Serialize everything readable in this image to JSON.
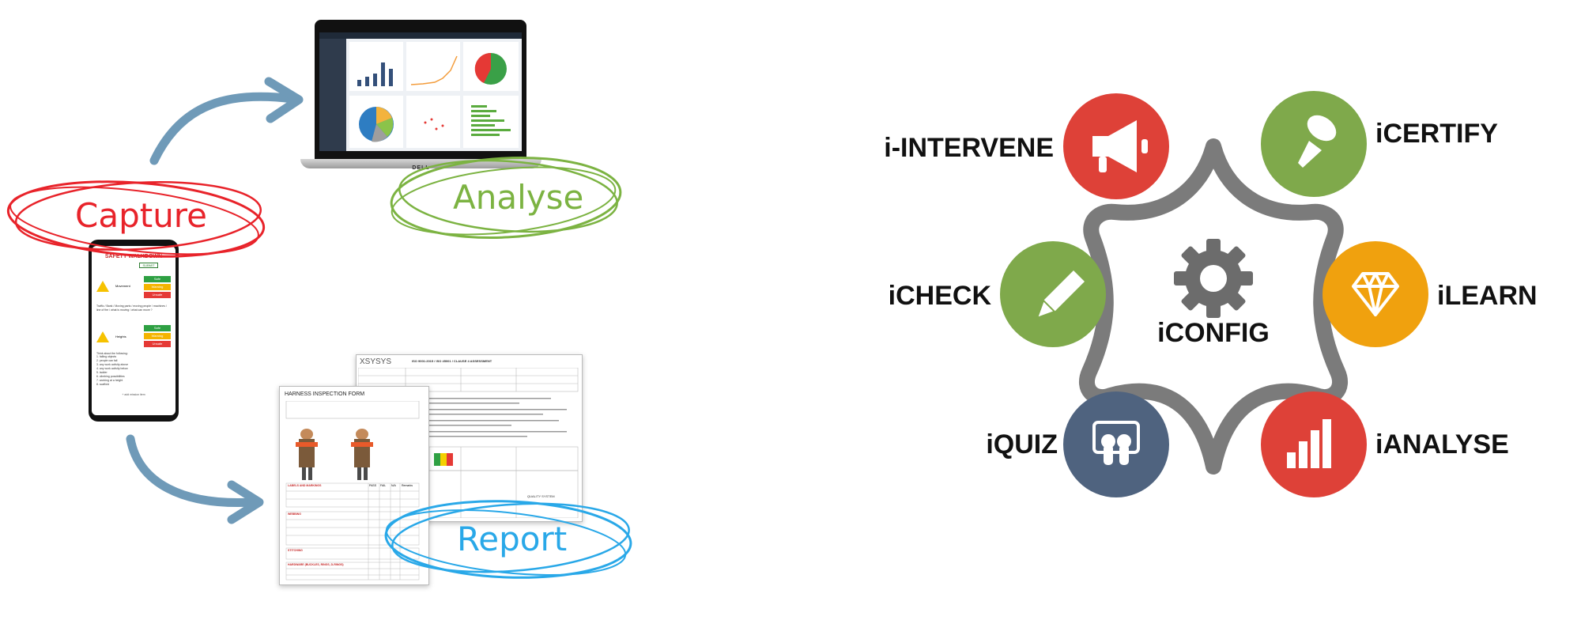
{
  "workflow": {
    "capture": "Capture",
    "analyse": "Analyse",
    "report": "Report",
    "laptop_brand": "DELL",
    "phone": {
      "title": "SAFETY WALKDOWN",
      "submit": "SUBMIT",
      "movement": "Movement",
      "heights": "Heights",
      "safe": "Safe",
      "warning": "Warning",
      "unsafe": "Unsafe",
      "prompt1": "Traffic / Bank / Moving parts / moving people / machines / line of fire / what is moving / what can move ?",
      "prompt2": "Think about the following:",
      "list": [
        "1. falling objects",
        "2. people can fall",
        "3. any work activity above",
        "4. any work activity below",
        "5. ladder",
        "6. climbing possibilities",
        "7. working at a height",
        "8. scaffold"
      ],
      "footer": "+ add mission item"
    },
    "form_harness": {
      "title": "HARNESS INSPECTION FORM",
      "sections": [
        "LABELS AND MARKINGS",
        "WEBBING",
        "STITCHING",
        "HARDWARE (BUCKLES, RINGS, D-RINGS)"
      ],
      "col_pass": "PASS",
      "col_fail": "FAIL",
      "col_na": "N/A",
      "col_remarks": "Remarks"
    },
    "form_report": {
      "brand": "XSYSYS",
      "title": "ISO 9001:2015 / ISO 45001 / CLAUSE 4 ASSESSMENT",
      "subtitle": "QUALITY SYSTEM"
    }
  },
  "cycle": {
    "center_label": "iCONFIG",
    "nodes": [
      {
        "id": "intervene",
        "label": "i-INTERVENE",
        "color": "#de4138",
        "icon": "megaphone-icon"
      },
      {
        "id": "certify",
        "label": "iCERTIFY",
        "color": "#7fa94b",
        "icon": "pushpin-icon"
      },
      {
        "id": "check",
        "label": "iCHECK",
        "color": "#7fa94b",
        "icon": "pencil-icon"
      },
      {
        "id": "learn",
        "label": "iLEARN",
        "color": "#f0a10e",
        "icon": "diamond-icon"
      },
      {
        "id": "quiz",
        "label": "iQUIZ",
        "color": "#4f637f",
        "icon": "quiz-icon"
      },
      {
        "id": "analyse",
        "label": "iANALYSE",
        "color": "#de4138",
        "icon": "bar-chart-icon"
      }
    ],
    "ring_color": "#7b7b7b",
    "gear_color": "#6c6c6c"
  },
  "colors": {
    "capture": "#e8232a",
    "analyse": "#7cb342",
    "report": "#29a8e8",
    "arrow": "#6f9ab8"
  }
}
